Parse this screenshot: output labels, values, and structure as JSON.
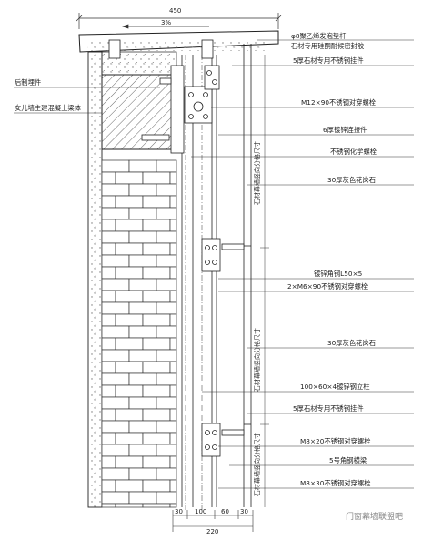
{
  "dimensions": {
    "top_total": "450",
    "slope": "3%",
    "bottom_parts": [
      "30",
      "100",
      "60",
      "30"
    ],
    "bottom_total": "220"
  },
  "labels_left": {
    "embedded_plate": "后制埋件",
    "parapet": "女儿墙主建混凝土梁体"
  },
  "labels_right": {
    "caulking": "φ8聚乙烯发泡垫杆",
    "sealant": "石材专用硅酮耐候密封胶",
    "pendant_top": "5厚石材专用不锈钢挂件",
    "bolt_m12": "M12×90不锈钢对穿螺栓",
    "connector": "6厚镀锌连接件",
    "chem_bolt": "不锈钢化学螺栓",
    "granite_top": "30厚灰色花岗石",
    "angle_steel": "镀锌角钢L50×5",
    "bolt_m6": "2×M6×90不锈钢对穿螺栓",
    "granite_mid": "30厚灰色花岗石",
    "steel_column": "100×60×4镀锌钢立柱",
    "pendant_bot": "5厚石材专用不锈钢挂件",
    "bolt_m8_20": "M8×20不锈钢对穿螺栓",
    "angle_beam": "5号角钢横梁",
    "bolt_m8_30": "M8×30不锈钢对穿螺栓"
  },
  "vertical_labels": {
    "grid_a": "石材幕墙竖向分格尺寸",
    "grid_b": "石材幕墙竖向分格尺寸",
    "grid_c": "石材幕墙竖向分格尺寸"
  },
  "watermark": "门窗幕墙联盟吧"
}
